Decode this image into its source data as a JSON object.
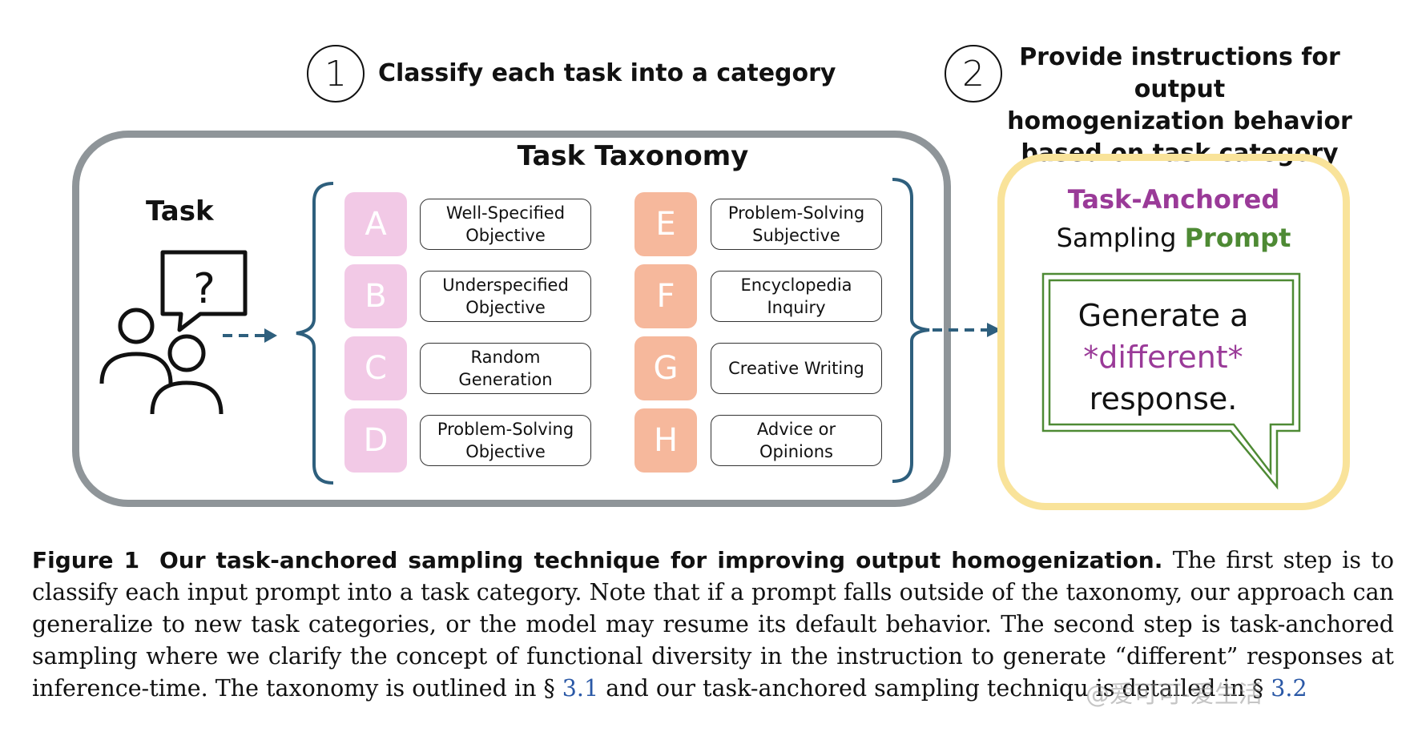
{
  "steps": [
    {
      "number": "1",
      "text": "Classify each task into a category"
    },
    {
      "number": "2",
      "line1": "Provide instructions for output",
      "line2": "homogenization behavior",
      "line3": "based on task category"
    }
  ],
  "taxonomy": {
    "title": "Task Taxonomy",
    "task_label": "Task",
    "task_icon": "users-question-icon",
    "categories": [
      {
        "letter": "A",
        "line1": "Well-Specified",
        "line2": "Objective"
      },
      {
        "letter": "B",
        "line1": "Underspecified",
        "line2": "Objective"
      },
      {
        "letter": "C",
        "line1": "Random",
        "line2": "Generation"
      },
      {
        "letter": "D",
        "line1": "Problem-Solving",
        "line2": "Objective"
      },
      {
        "letter": "E",
        "line1": "Problem-Solving",
        "line2": "Subjective"
      },
      {
        "letter": "F",
        "line1": "Encyclopedia",
        "line2": "Inquiry"
      },
      {
        "letter": "G",
        "line1": "Creative Writing",
        "line2": ""
      },
      {
        "letter": "H",
        "line1": "Advice or",
        "line2": "Opinions"
      }
    ]
  },
  "prompt_panel": {
    "title_line1": "Task-Anchored",
    "title_word1": "Sampling",
    "title_word2": "Prompt",
    "bubble_line1": "Generate a",
    "bubble_line2": "*different*",
    "bubble_line3": "response."
  },
  "caption": {
    "label": "Figure 1",
    "bold_title": "Our task-anchored sampling technique for improving output homogenization.",
    "body_part1": "The first step is to classify each input prompt into a task category. Note that if a prompt falls outside of the taxonomy, our approach can generalize to new task categories, or the model may resume its default behavior. The second step is task-anchored sampling where we clarify the concept of functional diversity in the instruction to generate “different” responses at inference-time. The taxonomy is outlined in §",
    "ref1": "3.1",
    "body_part2": "and our task-anchored sampling techniqu",
    "body_part3": "is detailed in §",
    "ref2": "3.2"
  },
  "watermark": "@爱可可-爱生活",
  "colors": {
    "pink": "#f2c9e6",
    "orange": "#f6b89c",
    "frame_gray": "#8f9599",
    "frame_yellow": "#f9e39a",
    "bubble_green": "#4e8a34",
    "purple": "#9a3a98",
    "arrow_blue": "#2e5f7d",
    "ref_blue": "#2a58a6"
  }
}
